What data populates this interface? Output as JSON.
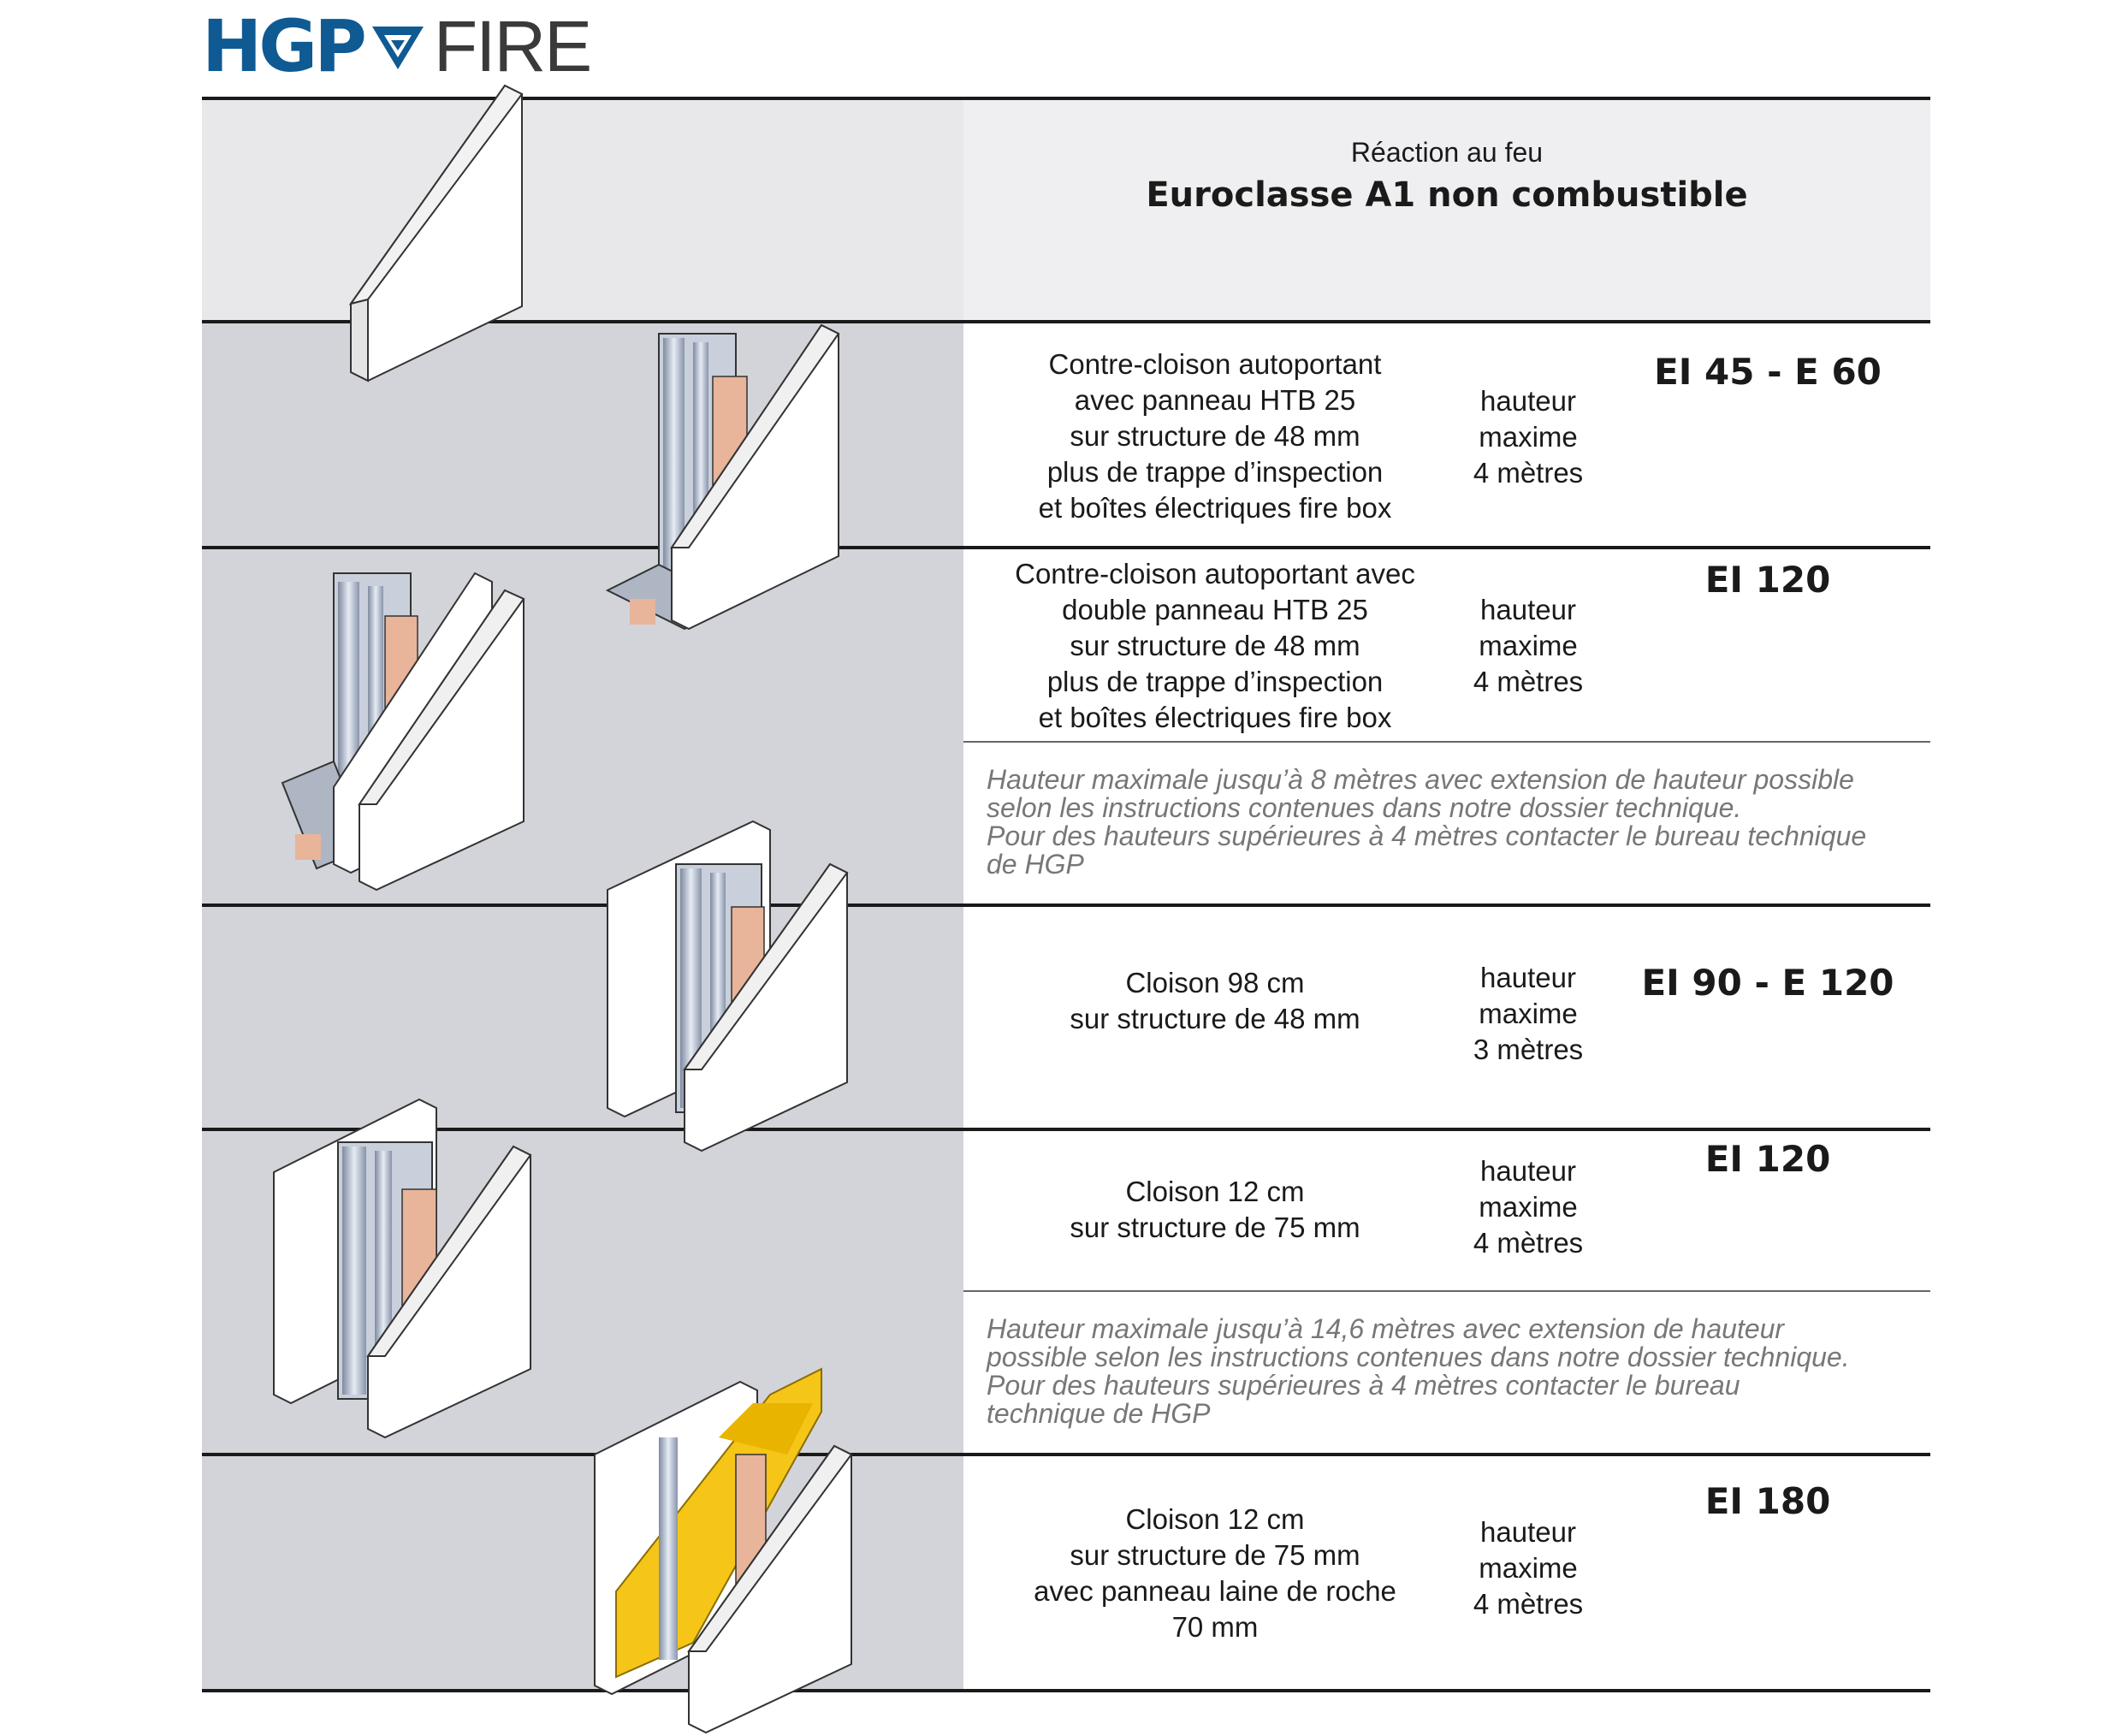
{
  "logo": {
    "brand": "HGP",
    "product": "FIRE"
  },
  "header": {
    "subtitle": "Réaction au feu",
    "title": "Euroclasse A1 non combustible"
  },
  "rows": [
    {
      "desc": [
        "Contre-cloison autoportant",
        "avec panneau HTB 25",
        "sur structure de 48 mm",
        "plus de trappe d’inspection",
        "et boîtes électriques fire box"
      ],
      "height": [
        "hauteur",
        "maxime",
        "4 mètres"
      ],
      "rating": "EI 45 - E 60"
    },
    {
      "desc": [
        "Contre-cloison autoportant avec",
        "double panneau  HTB 25",
        "sur structure de 48 mm",
        "plus de trappe d’inspection",
        "et boîtes électriques fire box"
      ],
      "height": [
        "hauteur",
        "maxime",
        "4 mètres"
      ],
      "rating": "EI 120"
    },
    {
      "desc": [
        "Cloison 98 cm",
        "sur structure de 48 mm"
      ],
      "height": [
        "hauteur",
        "maxime",
        "3 mètres"
      ],
      "rating": "EI 90 - E 120"
    },
    {
      "desc": [
        "Cloison 12 cm",
        "sur structure de 75 mm"
      ],
      "height": [
        "hauteur",
        "maxime",
        "4 mètres"
      ],
      "rating": "EI 120"
    },
    {
      "desc": [
        "Cloison 12 cm",
        "sur structure de 75 mm",
        "avec panneau laine de roche",
        "70 mm"
      ],
      "height": [
        "hauteur",
        "maxime",
        "4 mètres"
      ],
      "rating": "EI 180"
    }
  ],
  "notes": [
    [
      "Hauteur maximale jusqu’à 8 mètres avec extension de hauteur possible",
      "selon les instructions contenues dans notre dossier technique.",
      "Pour des hauteurs supérieures à 4 mètres contacter le bureau technique",
      "de HGP"
    ],
    [
      "Hauteur maximale jusqu’à 14,6 mètres avec extension de hauteur",
      "possible selon les instructions contenues dans notre dossier technique.",
      "Pour des hauteurs supérieures à 4 mètres contacter le bureau",
      "technique de HGP"
    ]
  ],
  "colors": {
    "brand_blue": "#0f5a93",
    "panel_grey": "#d3d4d9",
    "insulation_yellow": "#f5c518",
    "gypsum_pink": "#e8b49a"
  }
}
